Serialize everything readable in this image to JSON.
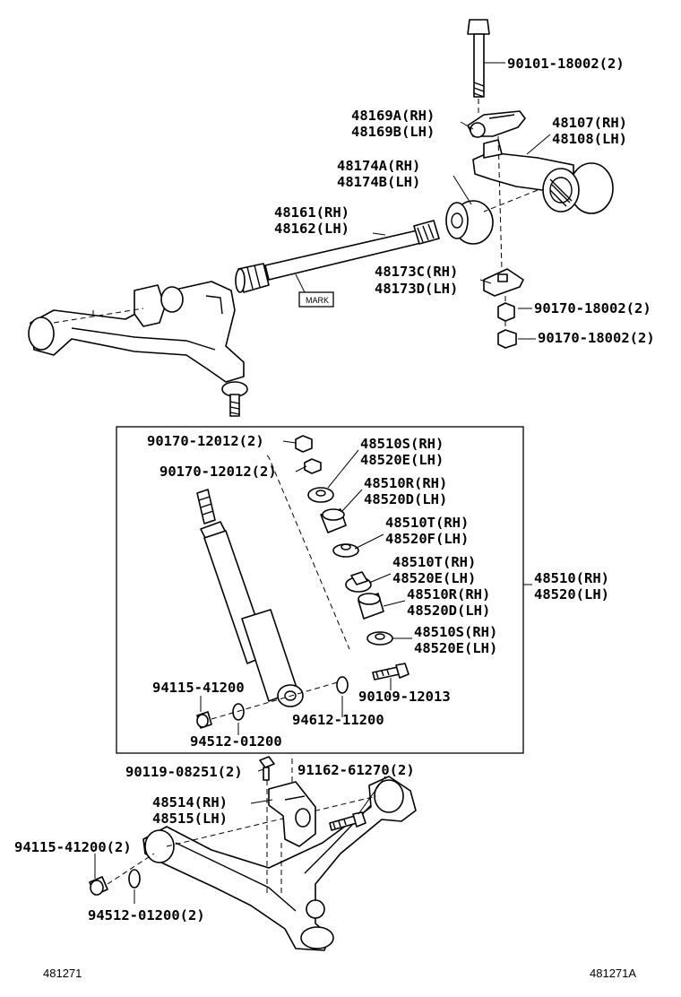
{
  "labels": {
    "bolt_top": "90101-18002(2)",
    "arm_rh": "48169A(RH)",
    "arm_lh": "48169B(LH)",
    "lever_rh": "48107(RH)",
    "lever_lh": "48108(LH)",
    "bushing_rh": "48174A(RH)",
    "bushing_lh": "48174B(LH)",
    "torsion_rh": "48161(RH)",
    "torsion_lh": "48162(LH)",
    "mark": "MARK",
    "plate_rh": "48173C(RH)",
    "plate_lh": "48173D(LH)",
    "nut_a": "90170-18002(2)",
    "nut_b": "90170-18002(2)",
    "nut_top1": "90170-12012(2)",
    "nut_top2": "90170-12012(2)",
    "set1_rh": "48510S(RH)",
    "set1_lh": "48520E(LH)",
    "set2_rh": "48510R(RH)",
    "set2_lh": "48520D(LH)",
    "set3_rh": "48510T(RH)",
    "set3_lh": "48520F(LH)",
    "set4_rh": "48510T(RH)",
    "set4_lh": "48520E(LH)",
    "set5_rh": "48510R(RH)",
    "set5_lh": "48520D(LH)",
    "set6_rh": "48510S(RH)",
    "set6_lh": "48520E(LH)",
    "shock_rh": "48510(RH)",
    "shock_lh": "48520(LH)",
    "bush_a": "94115-41200",
    "bolt_mid": "90109-12013",
    "washer_a": "94612-11200",
    "washer_b": "94512-01200",
    "bolt_small": "90119-08251(2)",
    "bolt_b": "91162-61270(2)",
    "bracket_rh": "48514(RH)",
    "bracket_lh": "48515(LH)",
    "bush_b": "94115-41200(2)",
    "washer_c": "94512-01200(2)",
    "ref_left": "481271",
    "ref_right": "481271A"
  }
}
